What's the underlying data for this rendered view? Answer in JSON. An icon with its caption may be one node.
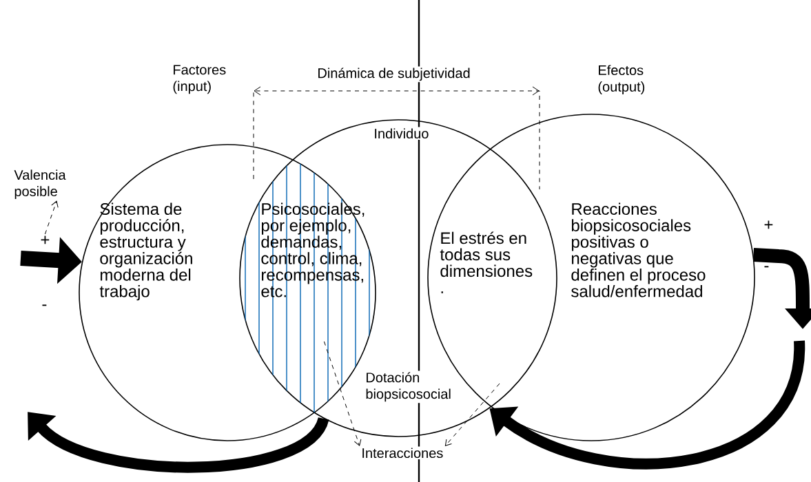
{
  "diagram": {
    "nodes": [
      {
        "text": [
          "Sistema de producción, estructura y organización moderna del trabajo"
        ]
      },
      {
        "text": [
          "Individuo",
          "Dotación biopsicosocial"
        ]
      },
      {
        "text": [
          "Reacciones biopsicosociales positivas o negativas que definen el proceso salud/enfermedad"
        ],
        "beside": [
          "Efectos (output)"
        ]
      },
      {
        "text": [
          "Psicosociales, por ejemplo, demandas, control, clima, recompensas, etc."
        ]
      },
      {
        "text": [
          "Interacciones"
        ]
      },
      {
        "text": [
          "Valencia posible"
        ]
      },
      {
        "text": [
          "+"
        ]
      }
    ],
    "edges": [
      {
        "from": null,
        "to": 0,
        "arrow": "to"
      },
      {
        "from": 6,
        "to": 5,
        "arrow": "to",
        "style": "dashed"
      },
      {
        "from": 2,
        "to": null,
        "arrow": "to"
      },
      {
        "from": null,
        "to": 1,
        "arrow": "to"
      },
      {
        "from": 1,
        "to": null,
        "arrow": "to"
      },
      {
        "from": 3,
        "to": 4,
        "arrow": "to",
        "style": "dashed"
      },
      {
        "from": 1,
        "to": 4,
        "arrow": "to",
        "style": "dashed"
      }
    ],
    "labels": [
      "Factores (input)",
      "Dinámica de subjetividad",
      "-",
      "El estrés en todas sus dimensiones .",
      "+",
      "-"
    ]
  }
}
